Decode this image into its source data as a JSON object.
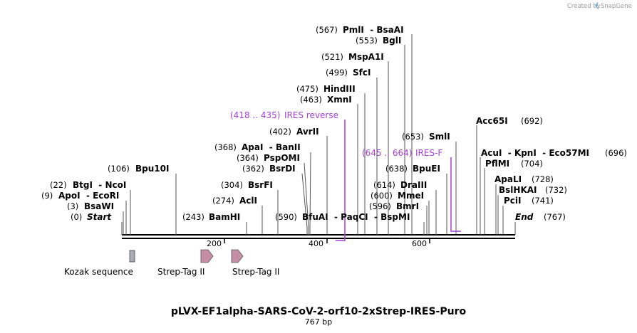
{
  "credit": {
    "text": "Created by",
    "brand": "SnapGene"
  },
  "title": "pLVX-EF1alpha-SARS-CoV-2-orf10-2xStrep-IRES-Puro",
  "subtitle": "767 bp",
  "sequence_length": 767,
  "ruler_ticks": [
    "200",
    "400",
    "600"
  ],
  "sites": [
    {
      "id": "start",
      "pos": "(0)",
      "name": "Start",
      "italic": true
    },
    {
      "id": "bsawi",
      "pos": "(3)",
      "name": "BsaWI"
    },
    {
      "id": "apoi",
      "pos": "(9)",
      "name": "ApoI  - EcoRI"
    },
    {
      "id": "btgi",
      "pos": "(22)",
      "name": "BtgI  - NcoI"
    },
    {
      "id": "bpu10i",
      "pos": "(106)",
      "name": "Bpu10I"
    },
    {
      "id": "bamhi",
      "pos": "(243)",
      "name": "BamHI"
    },
    {
      "id": "acli",
      "pos": "(274)",
      "name": "AclI"
    },
    {
      "id": "bsrfi",
      "pos": "(304)",
      "name": "BsrFI"
    },
    {
      "id": "bsrdi",
      "pos": "(362)",
      "name": "BsrDI"
    },
    {
      "id": "pspomi",
      "pos": "(364)",
      "name": "PspOMI"
    },
    {
      "id": "apai",
      "pos": "(368)",
      "name": "ApaI  - BanII"
    },
    {
      "id": "avrii",
      "pos": "(402)",
      "name": "AvrII"
    },
    {
      "id": "xmni",
      "pos": "(463)",
      "name": "XmnI"
    },
    {
      "id": "hindiii",
      "pos": "(475)",
      "name": "HindIII"
    },
    {
      "id": "sfci",
      "pos": "(499)",
      "name": "SfcI"
    },
    {
      "id": "mspa1i",
      "pos": "(521)",
      "name": "MspA1I"
    },
    {
      "id": "bgli",
      "pos": "(553)",
      "name": "BglI"
    },
    {
      "id": "pmli",
      "pos": "(567)",
      "name": "PmlI  - BsaAI"
    },
    {
      "id": "bfuai",
      "pos": "(590)",
      "name": "BfuAI  - PaqCI  - BspMI"
    },
    {
      "id": "bmri",
      "pos": "(596)",
      "name": "BmrI"
    },
    {
      "id": "mmei",
      "pos": "(600)",
      "name": "MmeI"
    },
    {
      "id": "draiii",
      "pos": "(614)",
      "name": "DraIII"
    },
    {
      "id": "bpuei",
      "pos": "(638)",
      "name": "BpuEI"
    },
    {
      "id": "smli",
      "pos": "(653)",
      "name": "SmlI"
    },
    {
      "id": "acc65i",
      "pos": "(692)",
      "name": "Acc65I"
    },
    {
      "id": "acui",
      "pos": "(696)",
      "name": "AcuI  - KpnI  - Eco57MI"
    },
    {
      "id": "pflmi",
      "pos": "(704)",
      "name": "PflMI"
    },
    {
      "id": "apali",
      "pos": "(728)",
      "name": "ApaLI"
    },
    {
      "id": "bslhkai",
      "pos": "(732)",
      "name": "BslHKAI"
    },
    {
      "id": "pcii",
      "pos": "(741)",
      "name": "PciI"
    },
    {
      "id": "end",
      "pos": "(767)",
      "name": "End",
      "italic": true
    }
  ],
  "primers": [
    {
      "id": "ires-reverse",
      "range": "(418 .. 435)",
      "name": "IRES reverse"
    },
    {
      "id": "ires-f",
      "range": "(645 .. 664)",
      "name": "IRES-F"
    }
  ],
  "features": [
    {
      "id": "kozak",
      "name": "Kozak sequence",
      "color": "#a7adb6"
    },
    {
      "id": "strep1",
      "name": "Strep-Tag II",
      "color": "#c48ea6"
    },
    {
      "id": "strep2",
      "name": "Strep-Tag II",
      "color": "#c48ea6"
    }
  ],
  "colors": {
    "primer": "#a53fd6",
    "backbone": "#000000",
    "line": "#555555",
    "credit": "#9a9a9a"
  }
}
